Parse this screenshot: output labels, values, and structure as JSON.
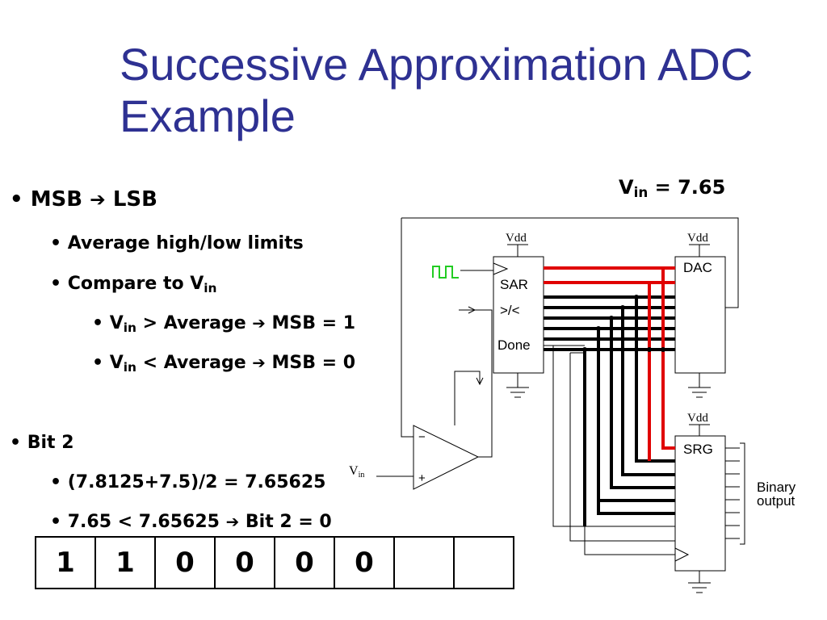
{
  "slide": {
    "title_line1": "Successive Approximation ADC",
    "title_line2": "Example"
  },
  "vin_label": {
    "prefix": "V",
    "sub": "in",
    "rest": " = 7.65"
  },
  "bullets": {
    "msb_lsb": {
      "left": "MSB ",
      "arrow": "➔",
      "right": " LSB"
    },
    "avg": "Average high/low limits",
    "compare": {
      "text": "Compare to V",
      "sub": "in"
    },
    "gt": {
      "v": "V",
      "sub": "in",
      "mid": " > Average  ",
      "arrow": "➔",
      "end": " MSB = 1"
    },
    "lt": {
      "v": "V",
      "sub": "in",
      "mid": " < Average  ",
      "arrow": "➔",
      "end": " MSB = 0"
    },
    "bit2": "Bit 2",
    "calc": "(7.8125+7.5)/2  = 7.65625",
    "cmp": {
      "left": " 7.65 < 7.65625  ",
      "arrow": "➔",
      "right": " Bit 2 = 0"
    },
    "bullet_char": "•"
  },
  "bits": [
    "1",
    "1",
    "0",
    "0",
    "0",
    "0",
    "",
    ""
  ],
  "circuit": {
    "vdd": "Vdd",
    "sar": "SAR",
    "cmp_label": ">/<",
    "done": "Done",
    "dac": "DAC",
    "srg": "SRG",
    "binary_line1": "Binary",
    "binary_line2": "output",
    "vin_v": "V",
    "vin_sub": "in",
    "minus": "−",
    "plus": "+"
  },
  "colors": {
    "title": "#2e3192",
    "clock": "#22cc22",
    "active_bus": "#e00000",
    "bus": "#000000"
  }
}
